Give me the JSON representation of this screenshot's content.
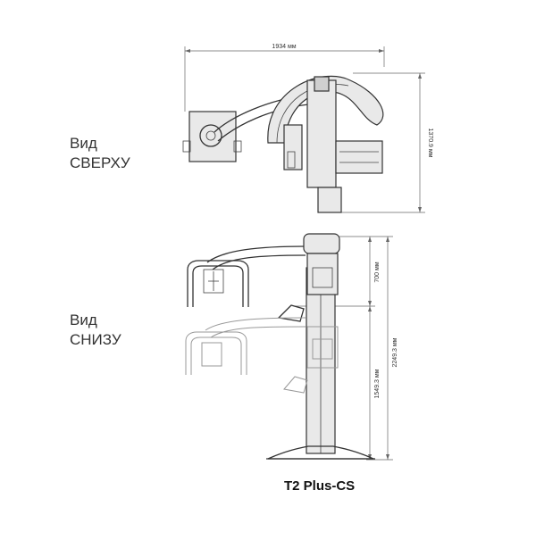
{
  "views": {
    "top_label": "Вид\nСВЕРХУ",
    "bottom_label": "Вид\nСНИЗУ"
  },
  "dimensions": {
    "width": "1934 мм",
    "depth": "1370.9 мм",
    "upper_height": "700 мм",
    "total_height": "2249.3 мм",
    "lower_height": "1549.3 мм"
  },
  "model": "T2 Plus-CS"
}
